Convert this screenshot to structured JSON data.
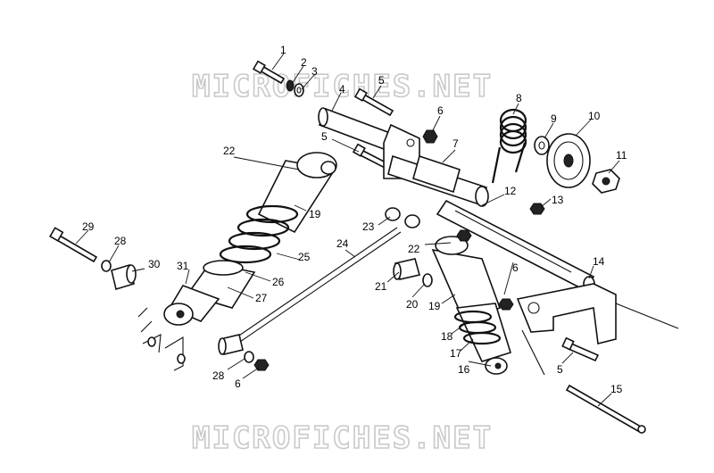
{
  "watermark": {
    "top": "MICROFICHES.NET",
    "bottom": "MICROFICHES.NET"
  },
  "callouts": {
    "c1": "1",
    "c2": "2",
    "c3": "3",
    "c4": "4",
    "c5a": "5",
    "c5b": "5",
    "c5c": "5",
    "c6a": "6",
    "c6b": "6",
    "c6c": "6",
    "c7": "7",
    "c8": "8",
    "c9": "9",
    "c10": "10",
    "c11": "11",
    "c12": "12",
    "c13": "13",
    "c14": "14",
    "c15": "15",
    "c16": "16",
    "c17": "17",
    "c18": "18",
    "c19a": "19",
    "c19b": "19",
    "c20": "20",
    "c21": "21",
    "c22a": "22",
    "c22b": "22",
    "c23": "23",
    "c24": "24",
    "c25": "25",
    "c26": "26",
    "c27": "27",
    "c28a": "28",
    "c28b": "28",
    "c29": "29",
    "c30": "30",
    "c31": "31"
  }
}
